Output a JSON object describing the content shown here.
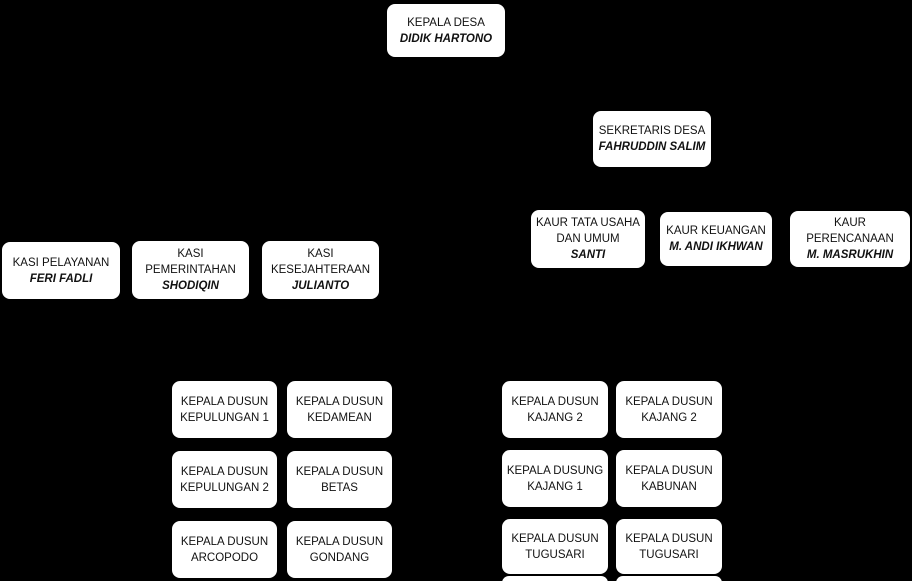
{
  "colors": {
    "background": "#000000",
    "node_background": "#ffffff",
    "node_text": "#111111"
  },
  "org_chart": {
    "kepala_desa": {
      "title_lines": [
        "KEPALA DESA"
      ],
      "name": "DIDIK HARTONO"
    },
    "sekretaris_desa": {
      "title_lines": [
        "SEKRETARIS DESA"
      ],
      "name": "FAHRUDDIN SALIM"
    },
    "kaur": [
      {
        "title_lines": [
          "KAUR TATA USAHA",
          "DAN UMUM"
        ],
        "name": "SANTI"
      },
      {
        "title_lines": [
          "KAUR KEUANGAN"
        ],
        "name": "M. ANDI IKHWAN"
      },
      {
        "title_lines": [
          "KAUR",
          "PERENCANAAN"
        ],
        "name": "M. MASRUKHIN"
      }
    ],
    "kasi": [
      {
        "title_lines": [
          "KASI PELAYANAN"
        ],
        "name": "FERI FADLI"
      },
      {
        "title_lines": [
          "KASI",
          "PEMERINTAHAN"
        ],
        "name": "SHODIQIN"
      },
      {
        "title_lines": [
          "KASI",
          "KESEJAHTERAAN"
        ],
        "name": "JULIANTO"
      }
    ],
    "dusun_left": [
      {
        "title_lines": [
          "KEPALA DUSUN",
          "KEPULUNGAN 1"
        ]
      },
      {
        "title_lines": [
          "KEPALA DUSUN",
          "KEDAMEAN"
        ]
      },
      {
        "title_lines": [
          "KEPALA DUSUN",
          "KEPULUNGAN 2"
        ]
      },
      {
        "title_lines": [
          "KEPALA DUSUN",
          "BETAS"
        ]
      },
      {
        "title_lines": [
          "KEPALA DUSUN",
          "ARCOPODO"
        ]
      },
      {
        "title_lines": [
          "KEPALA DUSUN",
          "GONDANG"
        ]
      }
    ],
    "dusun_right": [
      {
        "title_lines": [
          "KEPALA DUSUN",
          "KAJANG 2"
        ]
      },
      {
        "title_lines": [
          "KEPALA DUSUN",
          "KAJANG 2"
        ]
      },
      {
        "title_lines": [
          "KEPALA DUSUNG",
          "KAJANG 1"
        ]
      },
      {
        "title_lines": [
          "KEPALA DUSUN",
          "KABUNAN"
        ]
      },
      {
        "title_lines": [
          "KEPALA DUSUN",
          "TUGUSARI"
        ]
      },
      {
        "title_lines": [
          "KEPALA DUSUN",
          "TUGUSARI"
        ]
      }
    ]
  }
}
